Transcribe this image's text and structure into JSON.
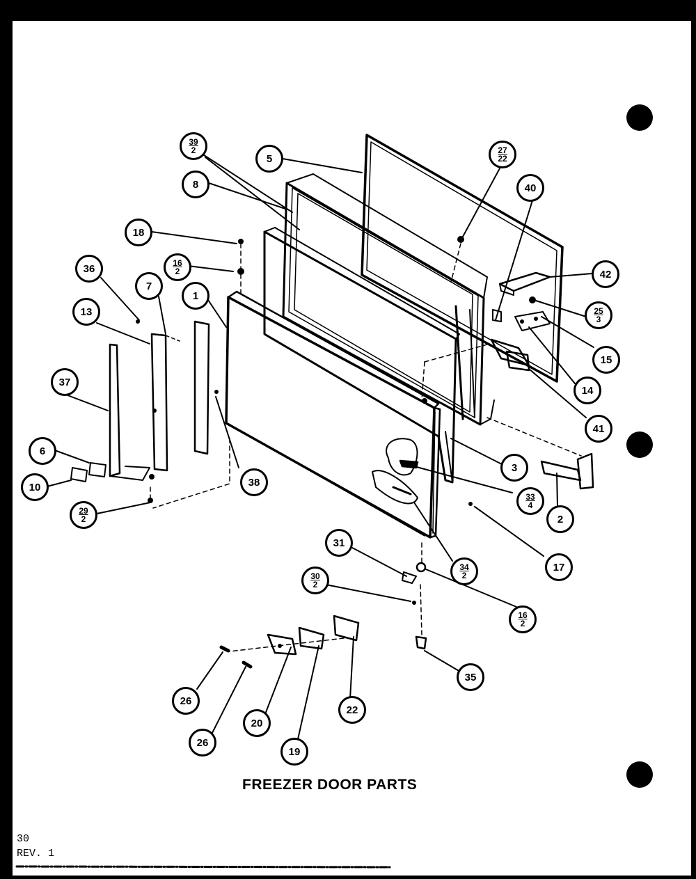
{
  "diagram": {
    "caption": "FREEZER DOOR PARTS",
    "page_number": "30",
    "revision": "REV. 1",
    "callouts": [
      {
        "id": "c-39-2",
        "top": "39",
        "bottom": "2"
      },
      {
        "id": "c-5",
        "label": "5"
      },
      {
        "id": "c-27-22",
        "top": "27",
        "bottom": "22"
      },
      {
        "id": "c-8",
        "label": "8"
      },
      {
        "id": "c-40",
        "label": "40"
      },
      {
        "id": "c-18-top",
        "label": "18"
      },
      {
        "id": "c-16-2-top",
        "top": "16",
        "bottom": "2"
      },
      {
        "id": "c-36",
        "label": "36"
      },
      {
        "id": "c-7",
        "label": "7"
      },
      {
        "id": "c-1",
        "label": "1"
      },
      {
        "id": "c-42",
        "label": "42"
      },
      {
        "id": "c-25-3",
        "top": "25",
        "bottom": "3"
      },
      {
        "id": "c-13",
        "label": "13"
      },
      {
        "id": "c-15",
        "label": "15"
      },
      {
        "id": "c-14",
        "label": "14"
      },
      {
        "id": "c-37",
        "label": "37"
      },
      {
        "id": "c-41",
        "label": "41"
      },
      {
        "id": "c-6",
        "label": "6"
      },
      {
        "id": "c-3",
        "label": "3"
      },
      {
        "id": "c-10",
        "label": "10"
      },
      {
        "id": "c-38",
        "label": "38"
      },
      {
        "id": "c-33-4",
        "top": "33",
        "bottom": "4"
      },
      {
        "id": "c-29-2",
        "top": "29",
        "bottom": "2"
      },
      {
        "id": "c-2",
        "label": "2"
      },
      {
        "id": "c-31",
        "label": "31"
      },
      {
        "id": "c-34-2",
        "top": "34",
        "bottom": "2"
      },
      {
        "id": "c-17",
        "label": "17"
      },
      {
        "id": "c-30-2",
        "top": "30",
        "bottom": "2"
      },
      {
        "id": "c-16-2-bot",
        "top": "16",
        "bottom": "2"
      },
      {
        "id": "c-35",
        "label": "35"
      },
      {
        "id": "c-26-a",
        "label": "26"
      },
      {
        "id": "c-22",
        "label": "22"
      },
      {
        "id": "c-20",
        "label": "20"
      },
      {
        "id": "c-26-b",
        "label": "26"
      },
      {
        "id": "c-19",
        "label": "19"
      }
    ]
  }
}
